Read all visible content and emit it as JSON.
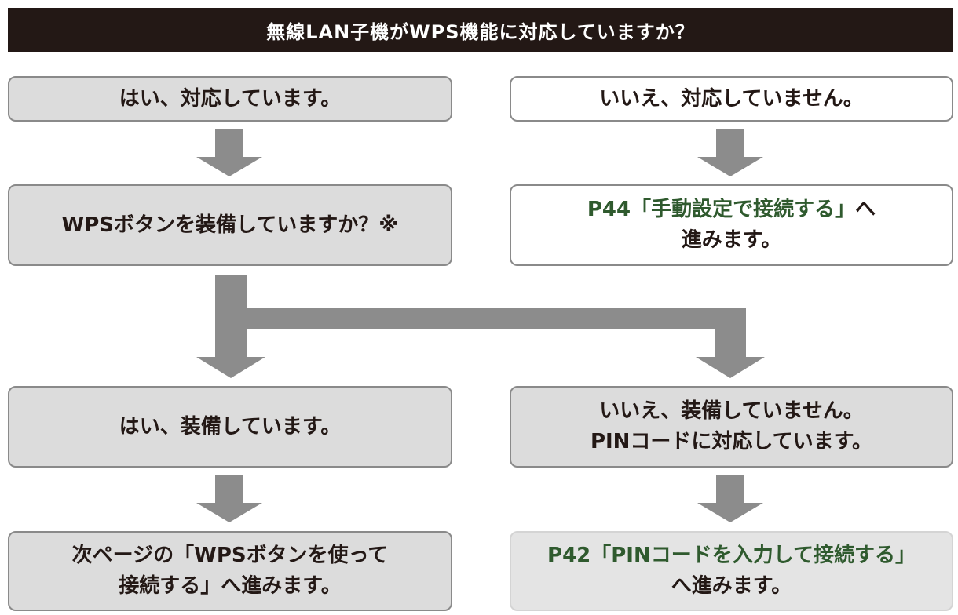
{
  "header": {
    "question": "無線LAN子機がWPS機能に対応していますか？"
  },
  "left": {
    "yes_supported": "はい、対応しています。",
    "wps_button_question": "WPSボタンを装備していますか？※",
    "yes_equipped": "はい、装備しています。",
    "result_line1": "次ページの「WPSボタンを使って",
    "result_line2": "接続する」へ進みます。"
  },
  "right": {
    "no_supported": "いいえ、対応していません。",
    "manual_link": "P44「手動設定で接続する」",
    "manual_suffix": "へ",
    "manual_line2": "進みます。",
    "not_equipped_line1": "いいえ、装備していません。",
    "not_equipped_line2": "PINコードに対応しています。",
    "pin_link": "P42「PINコードを入力して接続する」",
    "pin_line2": "へ進みます。"
  },
  "colors": {
    "header_bg": "#231815",
    "box_gray": "#dcdcdc",
    "arrow": "#8c8c8c",
    "link_green": "#2f5a2e"
  }
}
